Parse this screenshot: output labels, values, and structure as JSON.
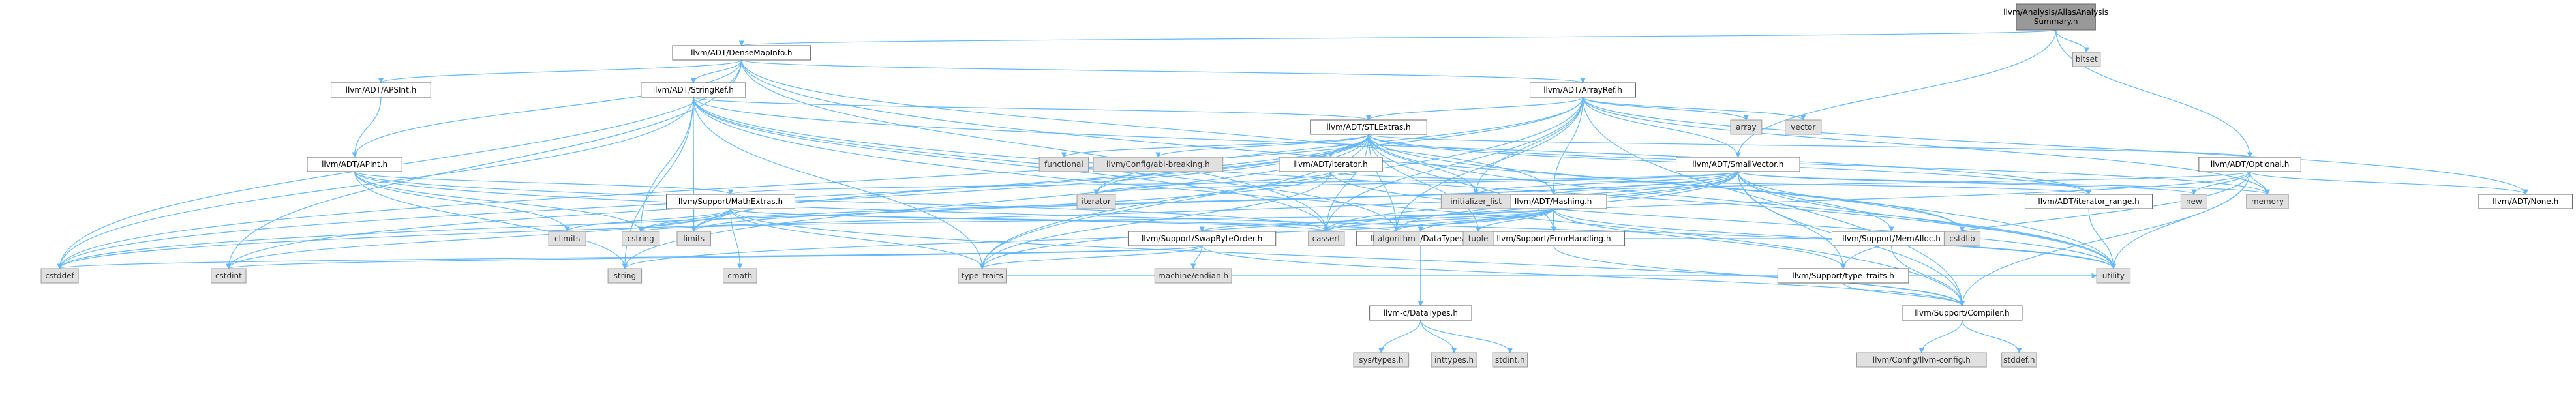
{
  "colors": {
    "edge": "#63b8ff",
    "arrow": "#63b8ff",
    "node_internal_fill": "#ffffff",
    "node_external_fill": "#e0e0e0",
    "node_root_fill": "#999999",
    "node_border": "#666666"
  },
  "nodes": [
    {
      "id": "root",
      "kind": "root",
      "lines": [
        "llvm/Analysis/AliasAnalysis",
        "Summary.h"
      ]
    },
    {
      "id": "bitset",
      "kind": "external",
      "lines": [
        "bitset"
      ]
    },
    {
      "id": "densemapinfo",
      "kind": "internal",
      "lines": [
        "llvm/ADT/DenseMapInfo.h"
      ]
    },
    {
      "id": "apsint",
      "kind": "internal",
      "lines": [
        "llvm/ADT/APSInt.h"
      ]
    },
    {
      "id": "stringref",
      "kind": "internal",
      "lines": [
        "llvm/ADT/StringRef.h"
      ]
    },
    {
      "id": "arrayref",
      "kind": "internal",
      "lines": [
        "llvm/ADT/ArrayRef.h"
      ]
    },
    {
      "id": "stlextras",
      "kind": "internal",
      "lines": [
        "llvm/ADT/STLExtras.h"
      ]
    },
    {
      "id": "apint",
      "kind": "internal",
      "lines": [
        "llvm/ADT/APInt.h"
      ]
    },
    {
      "id": "adtiterator",
      "kind": "internal",
      "lines": [
        "llvm/ADT/iterator.h"
      ]
    },
    {
      "id": "smallvector",
      "kind": "internal",
      "lines": [
        "llvm/ADT/SmallVector.h"
      ]
    },
    {
      "id": "optional",
      "kind": "internal",
      "lines": [
        "llvm/ADT/Optional.h"
      ]
    },
    {
      "id": "nonehdr",
      "kind": "internal",
      "lines": [
        "llvm/ADT/None.h"
      ]
    },
    {
      "id": "mathextras",
      "kind": "internal",
      "lines": [
        "llvm/Support/MathExtras.h"
      ]
    },
    {
      "id": "hashing",
      "kind": "internal",
      "lines": [
        "llvm/ADT/Hashing.h"
      ]
    },
    {
      "id": "memalloc",
      "kind": "internal",
      "lines": [
        "llvm/Support/MemAlloc.h"
      ]
    },
    {
      "id": "iterrange",
      "kind": "internal",
      "lines": [
        "llvm/ADT/iterator_range.h"
      ]
    },
    {
      "id": "swapbyte",
      "kind": "internal",
      "lines": [
        "llvm/Support/SwapByteOrder.h"
      ]
    },
    {
      "id": "datatypes",
      "kind": "internal",
      "lines": [
        "llvm/Support/DataTypes.h"
      ]
    },
    {
      "id": "errhandling",
      "kind": "internal",
      "lines": [
        "llvm/Support/ErrorHandling.h"
      ]
    },
    {
      "id": "typetraitsh",
      "kind": "internal",
      "lines": [
        "llvm/Support/type_traits.h"
      ]
    },
    {
      "id": "compiler",
      "kind": "internal",
      "lines": [
        "llvm/Support/Compiler.h"
      ]
    },
    {
      "id": "cdatatypes",
      "kind": "internal",
      "lines": [
        "llvm-c/DataTypes.h"
      ]
    },
    {
      "id": "abibreak",
      "kind": "external",
      "lines": [
        "llvm/Config/abi-breaking.h"
      ]
    },
    {
      "id": "llvmconfig",
      "kind": "external",
      "lines": [
        "llvm/Config/llvm-config.h"
      ]
    },
    {
      "id": "array",
      "kind": "external",
      "lines": [
        "array"
      ]
    },
    {
      "id": "vector",
      "kind": "external",
      "lines": [
        "vector"
      ]
    },
    {
      "id": "functional",
      "kind": "external",
      "lines": [
        "functional"
      ]
    },
    {
      "id": "iterator",
      "kind": "external",
      "lines": [
        "iterator"
      ]
    },
    {
      "id": "initlist",
      "kind": "external",
      "lines": [
        "initializer_list"
      ]
    },
    {
      "id": "new",
      "kind": "external",
      "lines": [
        "new"
      ]
    },
    {
      "id": "memory",
      "kind": "external",
      "lines": [
        "memory"
      ]
    },
    {
      "id": "climits",
      "kind": "external",
      "lines": [
        "climits"
      ]
    },
    {
      "id": "cstring",
      "kind": "external",
      "lines": [
        "cstring"
      ]
    },
    {
      "id": "limits",
      "kind": "external",
      "lines": [
        "limits"
      ]
    },
    {
      "id": "cmath",
      "kind": "external",
      "lines": [
        "cmath"
      ]
    },
    {
      "id": "cassert",
      "kind": "external",
      "lines": [
        "cassert"
      ]
    },
    {
      "id": "algorithm",
      "kind": "external",
      "lines": [
        "algorithm"
      ]
    },
    {
      "id": "tuple",
      "kind": "external",
      "lines": [
        "tuple"
      ]
    },
    {
      "id": "cstdlib",
      "kind": "external",
      "lines": [
        "cstdlib"
      ]
    },
    {
      "id": "cstddef",
      "kind": "external",
      "lines": [
        "cstddef"
      ]
    },
    {
      "id": "cstdint",
      "kind": "external",
      "lines": [
        "cstdint"
      ]
    },
    {
      "id": "string",
      "kind": "external",
      "lines": [
        "string"
      ]
    },
    {
      "id": "typetraits",
      "kind": "external",
      "lines": [
        "type_traits"
      ]
    },
    {
      "id": "utility",
      "kind": "external",
      "lines": [
        "utility"
      ]
    },
    {
      "id": "endian",
      "kind": "external",
      "lines": [
        "machine/endian.h"
      ]
    },
    {
      "id": "systypes",
      "kind": "external",
      "lines": [
        "sys/types.h"
      ]
    },
    {
      "id": "inttypes",
      "kind": "external",
      "lines": [
        "inttypes.h"
      ]
    },
    {
      "id": "stdint",
      "kind": "external",
      "lines": [
        "stdint.h"
      ]
    },
    {
      "id": "stddef",
      "kind": "external",
      "lines": [
        "stddef.h"
      ]
    }
  ],
  "edges": [
    [
      "root",
      "bitset"
    ],
    [
      "root",
      "densemapinfo"
    ],
    [
      "root",
      "smallvector"
    ],
    [
      "root",
      "optional"
    ],
    [
      "densemapinfo",
      "apsint"
    ],
    [
      "densemapinfo",
      "apint"
    ],
    [
      "densemapinfo",
      "stringref"
    ],
    [
      "densemapinfo",
      "arrayref"
    ],
    [
      "densemapinfo",
      "hashing"
    ],
    [
      "densemapinfo",
      "cassert"
    ],
    [
      "densemapinfo",
      "cstddef"
    ],
    [
      "densemapinfo",
      "cstdint"
    ],
    [
      "densemapinfo",
      "utility"
    ],
    [
      "apsint",
      "apint"
    ],
    [
      "apint",
      "mathextras"
    ],
    [
      "apint",
      "cassert"
    ],
    [
      "apint",
      "climits"
    ],
    [
      "apint",
      "cstring"
    ],
    [
      "apint",
      "utility"
    ],
    [
      "apint",
      "string"
    ],
    [
      "stringref",
      "stlextras"
    ],
    [
      "stringref",
      "iterrange"
    ],
    [
      "stringref",
      "compiler"
    ],
    [
      "stringref",
      "algorithm"
    ],
    [
      "stringref",
      "cassert"
    ],
    [
      "stringref",
      "cstddef"
    ],
    [
      "stringref",
      "cstring"
    ],
    [
      "stringref",
      "limits"
    ],
    [
      "stringref",
      "string"
    ],
    [
      "stringref",
      "typetraits"
    ],
    [
      "stringref",
      "utility"
    ],
    [
      "arrayref",
      "hashing"
    ],
    [
      "arrayref",
      "none"
    ],
    [
      "arrayref",
      "smallvector"
    ],
    [
      "arrayref",
      "stlextras"
    ],
    [
      "arrayref",
      "compiler"
    ],
    [
      "arrayref",
      "algorithm"
    ],
    [
      "arrayref",
      "array"
    ],
    [
      "arrayref",
      "cassert"
    ],
    [
      "arrayref",
      "cstddef"
    ],
    [
      "arrayref",
      "initlist"
    ],
    [
      "arrayref",
      "iterator"
    ],
    [
      "arrayref",
      "memory"
    ],
    [
      "arrayref",
      "typetraits"
    ],
    [
      "arrayref",
      "vector"
    ],
    [
      "arrayref",
      "nonehdr"
    ],
    [
      "stlextras",
      "optional"
    ],
    [
      "stlextras",
      "adtiterator"
    ],
    [
      "stlextras",
      "iterrange"
    ],
    [
      "stlextras",
      "abibreak"
    ],
    [
      "stlextras",
      "errhandling"
    ],
    [
      "stlextras",
      "algorithm"
    ],
    [
      "stlextras",
      "cassert"
    ],
    [
      "stlextras",
      "cstddef"
    ],
    [
      "stlextras",
      "cstdint"
    ],
    [
      "stlextras",
      "cstdlib"
    ],
    [
      "stlextras",
      "functional"
    ],
    [
      "stlextras",
      "initlist"
    ],
    [
      "stlextras",
      "iterator"
    ],
    [
      "stlextras",
      "limits"
    ],
    [
      "stlextras",
      "memory"
    ],
    [
      "stlextras",
      "string"
    ],
    [
      "stlextras",
      "tuple"
    ],
    [
      "stlextras",
      "typetraits"
    ],
    [
      "stlextras",
      "utility"
    ],
    [
      "adtiterator",
      "iterrange"
    ],
    [
      "adtiterator",
      "cstddef"
    ],
    [
      "adtiterator",
      "iterator"
    ],
    [
      "adtiterator",
      "typetraits"
    ],
    [
      "adtiterator",
      "utility"
    ],
    [
      "smallvector",
      "compiler"
    ],
    [
      "smallvector",
      "mathextras"
    ],
    [
      "smallvector",
      "memalloc"
    ],
    [
      "smallvector",
      "typetraitsh"
    ],
    [
      "smallvector",
      "algorithm"
    ],
    [
      "smallvector",
      "cassert"
    ],
    [
      "smallvector",
      "cstddef"
    ],
    [
      "smallvector",
      "cstdlib"
    ],
    [
      "smallvector",
      "cstring"
    ],
    [
      "smallvector",
      "initlist"
    ],
    [
      "smallvector",
      "iterator"
    ],
    [
      "smallvector",
      "limits"
    ],
    [
      "smallvector",
      "memory"
    ],
    [
      "smallvector",
      "new"
    ],
    [
      "smallvector",
      "typetraits"
    ],
    [
      "smallvector",
      "utility"
    ],
    [
      "optional",
      "hashing"
    ],
    [
      "optional",
      "nonehdr"
    ],
    [
      "optional",
      "typetraitsh"
    ],
    [
      "optional",
      "compiler"
    ],
    [
      "optional",
      "cassert"
    ],
    [
      "optional",
      "memory"
    ],
    [
      "optional",
      "new"
    ],
    [
      "optional",
      "utility"
    ],
    [
      "mathextras",
      "compiler"
    ],
    [
      "mathextras",
      "algorithm"
    ],
    [
      "mathextras",
      "cassert"
    ],
    [
      "mathextras",
      "climits"
    ],
    [
      "mathextras",
      "cmath"
    ],
    [
      "mathextras",
      "cstdint"
    ],
    [
      "mathextras",
      "cstring"
    ],
    [
      "mathextras",
      "limits"
    ],
    [
      "mathextras",
      "typetraits"
    ],
    [
      "hashing",
      "errhandling"
    ],
    [
      "hashing",
      "datatypes"
    ],
    [
      "hashing",
      "swapbyte"
    ],
    [
      "hashing",
      "typetraitsh"
    ],
    [
      "hashing",
      "algorithm"
    ],
    [
      "hashing",
      "cassert"
    ],
    [
      "hashing",
      "cstring"
    ],
    [
      "hashing",
      "string"
    ],
    [
      "hashing",
      "tuple"
    ],
    [
      "hashing",
      "utility"
    ],
    [
      "memalloc",
      "compiler"
    ],
    [
      "memalloc",
      "errhandling"
    ],
    [
      "memalloc",
      "cstdlib"
    ],
    [
      "iterrange",
      "utility"
    ],
    [
      "swapbyte",
      "compiler"
    ],
    [
      "swapbyte",
      "cstddef"
    ],
    [
      "swapbyte",
      "cstdint"
    ],
    [
      "swapbyte",
      "typetraits"
    ],
    [
      "swapbyte",
      "endian"
    ],
    [
      "datatypes",
      "cdatatypes"
    ],
    [
      "errhandling",
      "compiler"
    ],
    [
      "typetraitsh",
      "compiler"
    ],
    [
      "typetraitsh",
      "typetraits"
    ],
    [
      "typetraitsh",
      "utility"
    ],
    [
      "compiler",
      "llvmconfig"
    ],
    [
      "compiler",
      "stddef"
    ],
    [
      "cdatatypes",
      "systypes"
    ],
    [
      "cdatatypes",
      "inttypes"
    ],
    [
      "cdatatypes",
      "stdint"
    ]
  ]
}
